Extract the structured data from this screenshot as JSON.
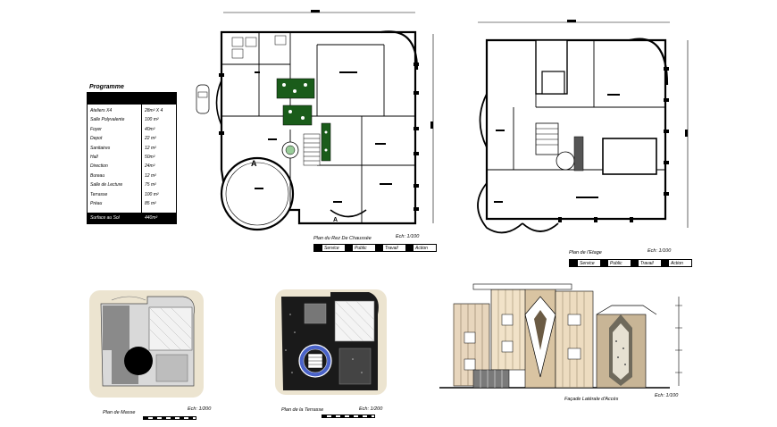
{
  "programme": {
    "title": "Programme",
    "rows": [
      {
        "label": "Ateliers X4",
        "value": "28m² X 4"
      },
      {
        "label": "Salle Polyvalente",
        "value": "100 m²"
      },
      {
        "label": "Foyer",
        "value": "40m²"
      },
      {
        "label": "Depot",
        "value": "22 m²"
      },
      {
        "label": "Sanitaires",
        "value": "12 m²"
      },
      {
        "label": "Hall",
        "value": "50m²"
      },
      {
        "label": "Direction",
        "value": "24m²"
      },
      {
        "label": "Bureau",
        "value": "12 m²"
      },
      {
        "label": "Salle de Lecture",
        "value": "75 m²"
      },
      {
        "label": "Terrasse",
        "value": "100 m²"
      },
      {
        "label": "Préau",
        "value": "85 m²"
      }
    ],
    "total_label": "Surface au Sol",
    "total_value": "440m²"
  },
  "ground_plan": {
    "caption": "Plan du Rez De Chaussée",
    "scale": "Ech: 1/100",
    "legend": [
      "Service",
      "Public",
      "Travail",
      "Action"
    ]
  },
  "upper_plan": {
    "caption": "Plan de l'Etage",
    "scale": "Ech: 1/100",
    "legend": [
      "Service",
      "Public",
      "Travail",
      "Action"
    ]
  },
  "mass_plan": {
    "caption": "Plan de Masse",
    "scale": "Ech: 1/200"
  },
  "terrace_plan": {
    "caption": "Plan de la Terrasse",
    "scale": "Ech: 1/200"
  },
  "facade": {
    "caption": "Façade Latérale d'Accès",
    "scale": "Ech: 1/100"
  }
}
